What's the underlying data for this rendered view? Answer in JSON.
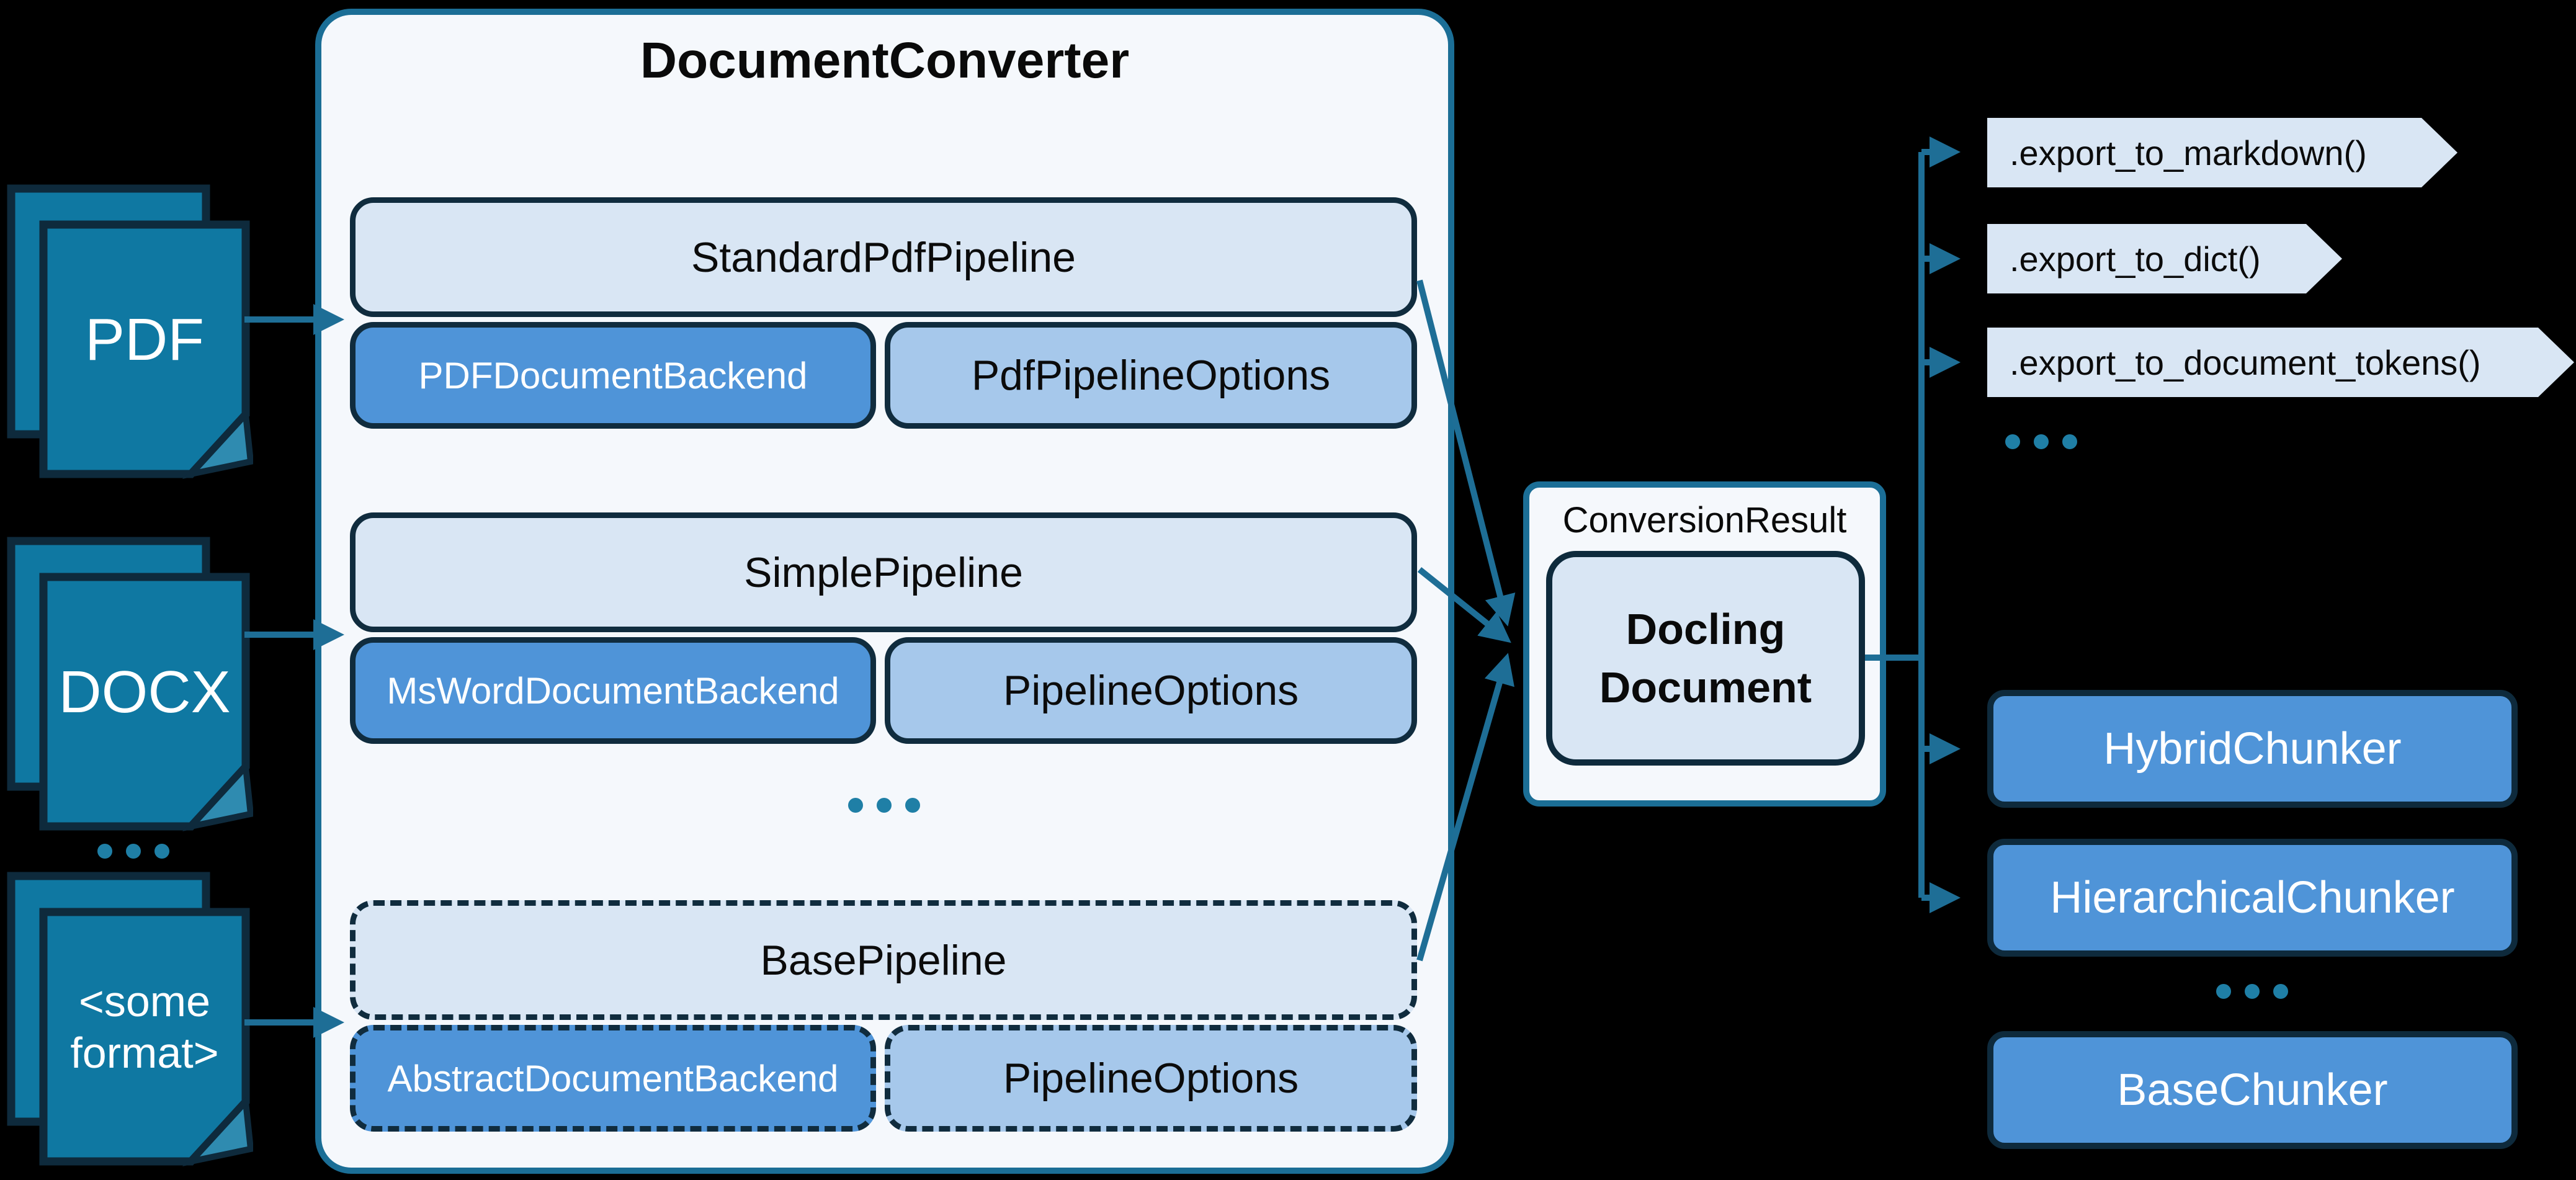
{
  "diagram_title": "Docling conversion architecture",
  "colors": {
    "background": "#000000",
    "doc_icon_fill": "#0F78A2",
    "doc_icon_fold": "#2F8BB0",
    "outline_navy": "#0E2A3C",
    "container_fill": "#F5F8FC",
    "container_border": "#1B6E96",
    "pipeline_fill": "#D9E6F4",
    "backend_fill": "#4F94D8",
    "options_fill": "#A6C8EB",
    "arrow_teal": "#1E6E96",
    "dots_teal": "#1F7FA6"
  },
  "sources": {
    "items": [
      {
        "label": "PDF"
      },
      {
        "label": "DOCX"
      },
      {
        "label": "<some format>",
        "line1": "<some",
        "line2": "format>"
      }
    ],
    "ellipsis": "..."
  },
  "converter": {
    "title": "DocumentConverter",
    "rows": [
      {
        "pipeline": "StandardPdfPipeline",
        "backend": "PDFDocumentBackend",
        "options": "PdfPipelineOptions",
        "dashed": false
      },
      {
        "pipeline": "SimplePipeline",
        "backend": "MsWordDocumentBackend",
        "options": "PipelineOptions",
        "dashed": false
      },
      {
        "pipeline": "BasePipeline",
        "backend": "AbstractDocumentBackend",
        "options": "PipelineOptions",
        "dashed": true
      }
    ],
    "ellipsis": "..."
  },
  "result": {
    "label": "ConversionResult",
    "document_line1": "Docling",
    "document_line2": "Document"
  },
  "exports": {
    "items": [
      ".export_to_markdown()",
      ".export_to_dict()",
      ".export_to_document_tokens()"
    ],
    "ellipsis": "..."
  },
  "chunkers": {
    "items": [
      "HybridChunker",
      "HierarchicalChunker"
    ],
    "ellipsis": "...",
    "base": "BaseChunker"
  }
}
